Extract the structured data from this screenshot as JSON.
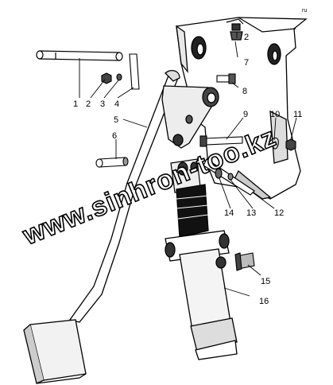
{
  "corner_mark": "ru",
  "watermark": "www.sinhron-too.kz",
  "callouts": [
    "1",
    "2",
    "3",
    "4",
    "5",
    "6",
    "2",
    "7",
    "8",
    "9",
    "10",
    "11",
    "12",
    "13",
    "14",
    "15",
    "16"
  ]
}
